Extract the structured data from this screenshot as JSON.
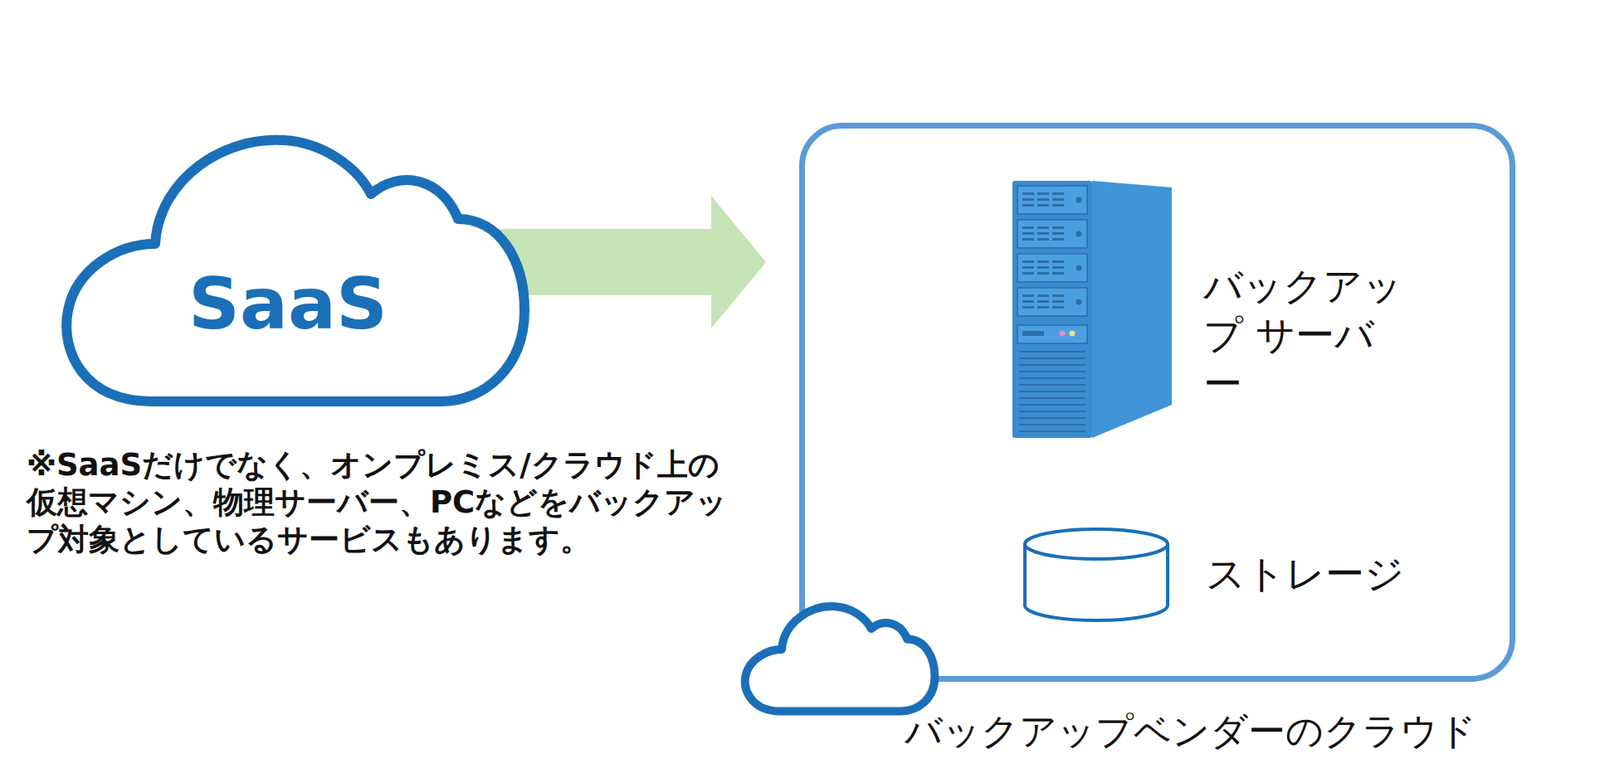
{
  "diagram": {
    "nodes": [
      {
        "text": [
          "SaaS"
        ]
      },
      {
        "text": [
          "バックアップベンダーのクラウド"
        ]
      },
      {
        "text": [
          "バックアップ サーバー"
        ],
        "in": 1
      },
      {
        "text": [
          "ストレージ"
        ],
        "in": 1
      }
    ],
    "edges": [
      {
        "from": 0,
        "to": 1,
        "arrow": "to"
      },
      {
        "from": 2,
        "to": 3,
        "arrow": "none"
      }
    ],
    "labels": [
      "※SaaSだけでなく、オンプレミス/クラウド上の仮想マシン、物理サーバー、PCなどをバックアップ対象としているサービスもあります。"
    ]
  }
}
